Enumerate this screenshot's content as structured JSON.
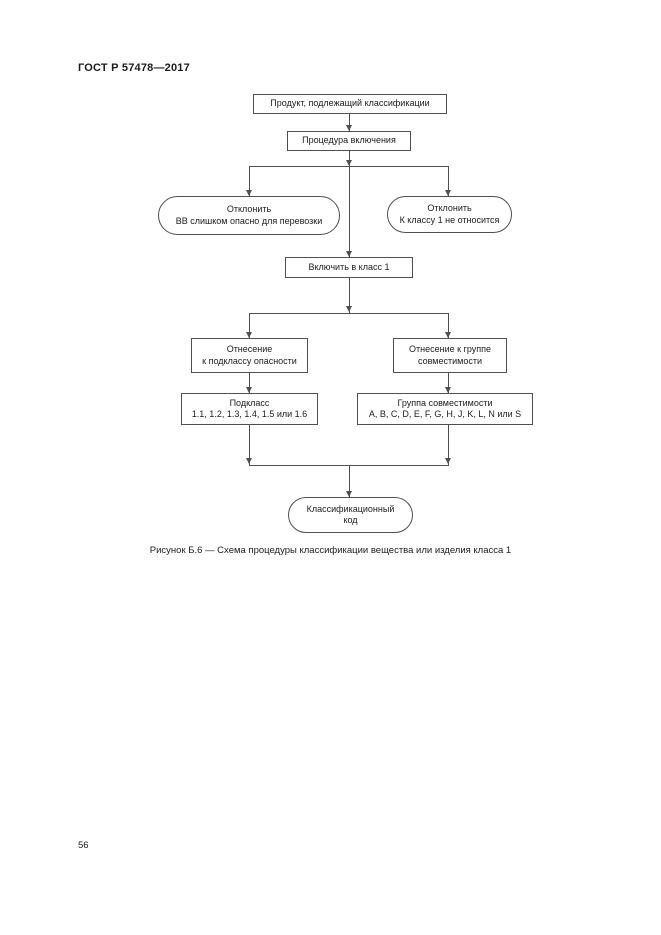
{
  "header": {
    "standard": "ГОСТ Р 57478—2017"
  },
  "flowchart": {
    "product": {
      "line1": "Продукт, подлежащий классификации"
    },
    "procedure": {
      "line1": "Процедура включения"
    },
    "reject_transport": {
      "line1": "Отклонить",
      "line2": "ВВ слишком опасно для перевозки"
    },
    "reject_class": {
      "line1": "Отклонить",
      "line2": "К классу 1 не относится"
    },
    "include": {
      "line1": "Включить в класс 1"
    },
    "assign_subclass": {
      "line1": "Отнесение",
      "line2": "к подклассу опасности"
    },
    "assign_group": {
      "line1": "Отнесение к группе",
      "line2": "совместимости"
    },
    "subclass": {
      "line1": "Подкласс",
      "line2": "1.1, 1.2, 1.3, 1.4, 1.5 или 1.6"
    },
    "group": {
      "line1": "Группа совместимости",
      "line2": "A, B, C, D, E, F, G, H, J, K, L, N или S"
    },
    "code": {
      "line1": "Классификационный",
      "line2": "код"
    }
  },
  "caption": "Рисунок Б.6 — Схема процедуры классификации вещества или изделия класса 1",
  "page_number": "56",
  "colors": {
    "line": "#4f4f4f",
    "text": "#1c1c1c",
    "page_background": "#ffffff"
  }
}
